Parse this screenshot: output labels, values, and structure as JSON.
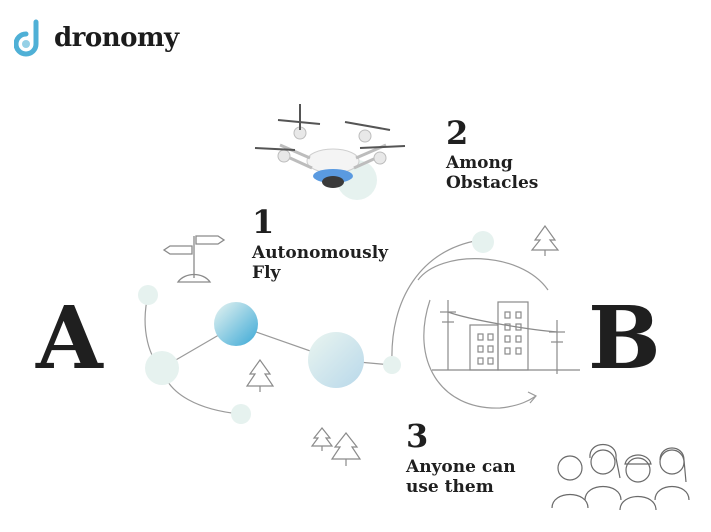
{
  "brand": {
    "name": "dronomy",
    "accent_color": "#4fb0d6"
  },
  "route": {
    "start_label": "A",
    "end_label": "B"
  },
  "steps": [
    {
      "number": "1",
      "text": "Autonomously\nFly",
      "illustration": "signpost-icon"
    },
    {
      "number": "2",
      "text": "Among\nObstacles",
      "illustration": "drone-icon"
    },
    {
      "number": "3",
      "text": "Anyone can\nuse them",
      "illustration": "people-group-icon"
    }
  ],
  "colors": {
    "node_fill": "#e6f2ef",
    "node_blue": "#4ab0d6",
    "line": "#9a9a9a",
    "text": "#1f1f1f"
  }
}
